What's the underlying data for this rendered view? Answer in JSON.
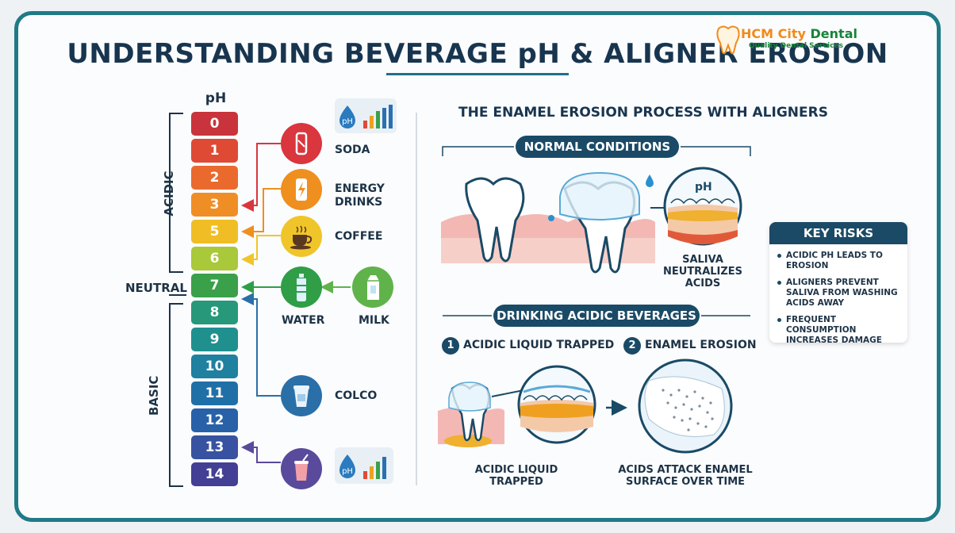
{
  "title": "UNDERSTANDING BEVERAGE pH & ALIGNER EROSION",
  "logo": {
    "name_part1": "HCM City",
    "name_part2": "Dental",
    "tagline": "Quality Dental Services"
  },
  "scale": {
    "header": "pH",
    "levels": [
      {
        "label": "0",
        "color": "#c9333b"
      },
      {
        "label": "1",
        "color": "#de4a33"
      },
      {
        "label": "2",
        "color": "#ea6a2e"
      },
      {
        "label": "3",
        "color": "#f08e26"
      },
      {
        "label": "5",
        "color": "#f0be24"
      },
      {
        "label": "6",
        "color": "#a9c83a"
      },
      {
        "label": "7",
        "color": "#3aa04a"
      },
      {
        "label": "8",
        "color": "#27997a"
      },
      {
        "label": "9",
        "color": "#20908f"
      },
      {
        "label": "10",
        "color": "#1f80a0"
      },
      {
        "label": "11",
        "color": "#2070a8"
      },
      {
        "label": "12",
        "color": "#2861a8"
      },
      {
        "label": "13",
        "color": "#3752a0"
      },
      {
        "label": "14",
        "color": "#433f94"
      }
    ],
    "acidic_label": "ACIDIC",
    "neutral_label": "NEUTRAL",
    "basic_label": "BASIC",
    "ph_badge": "pH"
  },
  "beverages": [
    {
      "label": "SODA",
      "icon": "soda-can-icon",
      "color": "#d9363e"
    },
    {
      "label": "ENERGY\nDRINKS",
      "icon": "energy-drink-icon",
      "color": "#ef8f1f"
    },
    {
      "label": "COFFEE",
      "icon": "coffee-cup-icon",
      "color": "#f0c52a"
    },
    {
      "label": "WATER",
      "icon": "water-bottle-icon",
      "color": "#2f9e47"
    },
    {
      "label": "MILK",
      "icon": "milk-carton-icon",
      "color": "#5fb34a"
    },
    {
      "label": "COLCO",
      "icon": "cup-icon",
      "color": "#2a6fa8"
    },
    {
      "label": "",
      "icon": "drink-cup-icon",
      "color": "#5a4a9c"
    }
  ],
  "process": {
    "title": "THE ENAMEL EROSION PROCESS WITH ALIGNERS",
    "normal_title": "NORMAL CONDITIONS",
    "saliva_caption": "SALIVA\nNEUTRALIZES\nACIDS",
    "magnifier_ph": "pH",
    "acidic_title": "DRINKING ACIDIC BEVERAGES",
    "step1_num": "1",
    "step1_label": "ACIDIC LIQUID TRAPPED",
    "step2_num": "2",
    "step2_label": "ENAMEL EROSION",
    "step1_caption": "ACIDIC LIQUID\nTRAPPED",
    "step2_caption": "ACIDS ATTACK ENAMEL\nSURFACE OVER TIME"
  },
  "risks": {
    "title": "KEY RISKS",
    "items": [
      "ACIDIC PH LEADS TO EROSION",
      "ALIGNERS PREVENT SALIVA FROM WASHING ACIDS AWAY",
      "FREQUENT CONSUMPTION INCREASES DAMAGE"
    ]
  },
  "colors": {
    "frame": "#1f7a86",
    "navy": "#1a4a66",
    "title": "#18354f"
  }
}
